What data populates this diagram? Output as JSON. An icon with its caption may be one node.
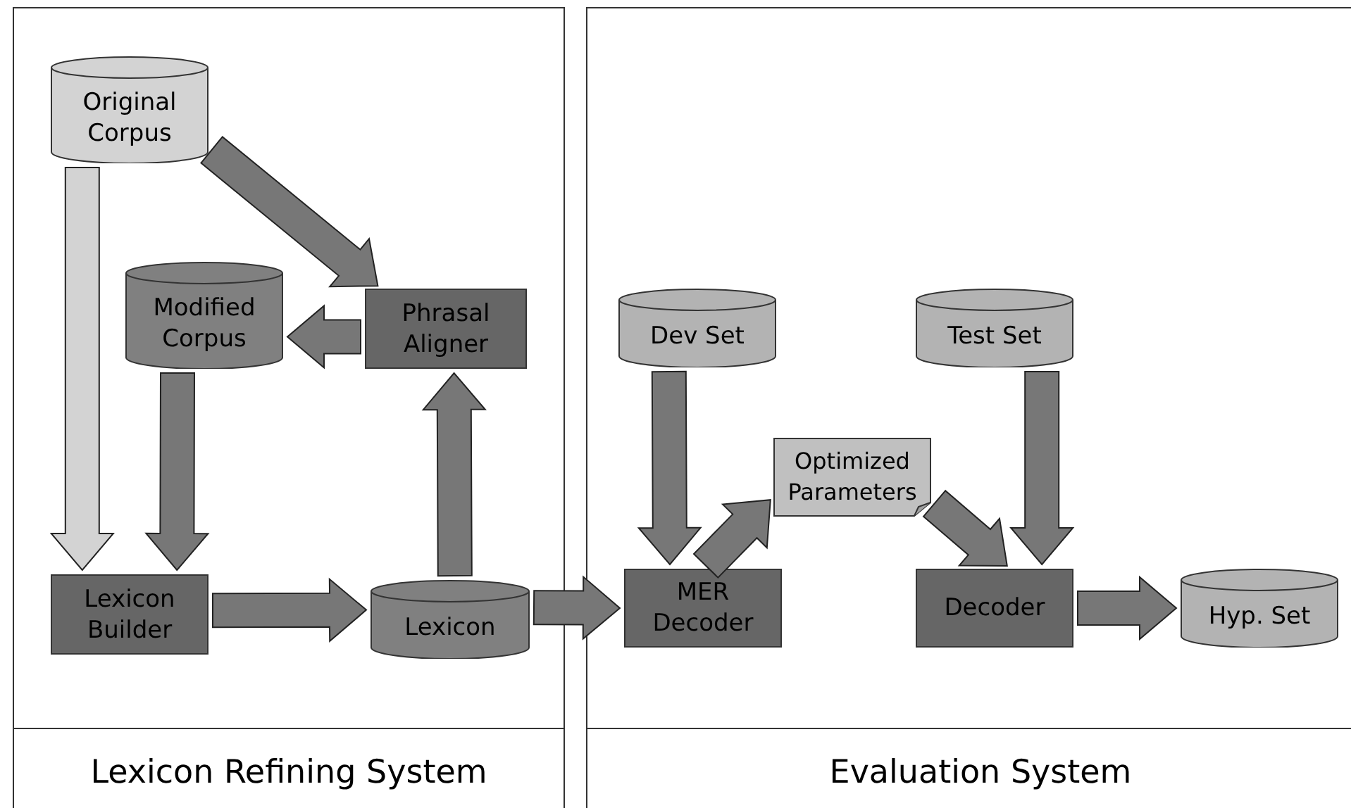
{
  "diagram": {
    "nodes": [
      {
        "text": [
          "Lexicon Refining System"
        ]
      },
      {
        "text": [
          "Evaluation System"
        ]
      },
      {
        "text": [
          "Original Corpus"
        ],
        "in": 0
      },
      {
        "text": [
          "Modified Corpus"
        ],
        "in": 0
      },
      {
        "text": [
          "Phrasal Aligner"
        ],
        "in": 0
      },
      {
        "text": [
          "Lexicon Builder"
        ],
        "in": 0
      },
      {
        "text": [
          "Lexicon"
        ],
        "in": 0
      },
      {
        "text": [
          "Dev Set"
        ],
        "in": 1
      },
      {
        "text": [
          "Test Set"
        ],
        "in": 1
      },
      {
        "text": [
          "Optimized Parameters"
        ],
        "in": 1
      },
      {
        "text": [
          "MER Decoder"
        ],
        "in": 1
      },
      {
        "text": [
          "Decoder"
        ],
        "in": 1
      },
      {
        "text": [
          "Hyp. Set"
        ],
        "in": 1
      }
    ],
    "edges": [
      {
        "from": 2,
        "to": 5,
        "arrow": "to",
        "color": "#d3d3d3"
      },
      {
        "from": 2,
        "to": 4,
        "arrow": "to"
      },
      {
        "from": 4,
        "to": 3,
        "arrow": "to"
      },
      {
        "from": 3,
        "to": 5,
        "arrow": "to"
      },
      {
        "from": 5,
        "to": 6,
        "arrow": "to"
      },
      {
        "from": 6,
        "to": 4,
        "arrow": "to"
      },
      {
        "from": 6,
        "to": 10,
        "arrow": "to"
      },
      {
        "from": 7,
        "to": 10,
        "arrow": "to"
      },
      {
        "from": 10,
        "to": 9,
        "arrow": "to"
      },
      {
        "from": 9,
        "to": 11,
        "arrow": "to"
      },
      {
        "from": 8,
        "to": 11,
        "arrow": "to"
      },
      {
        "from": 11,
        "to": 12,
        "arrow": "to"
      }
    ]
  }
}
